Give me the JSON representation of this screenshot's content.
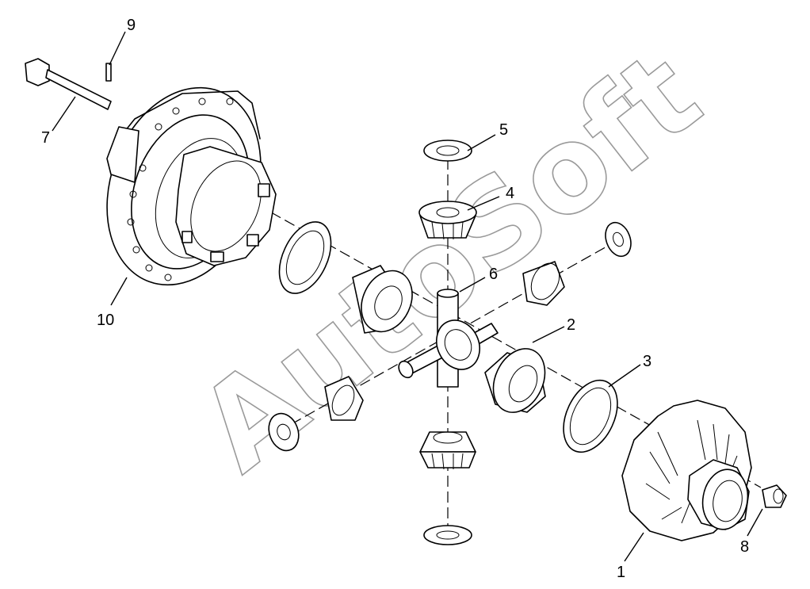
{
  "watermark": "AutoSoft",
  "callouts": {
    "c1": "1",
    "c2": "2",
    "c3": "3",
    "c4": "4",
    "c5": "5",
    "c6": "6",
    "c7": "7",
    "c8": "8",
    "c9": "9",
    "c10": "10"
  }
}
